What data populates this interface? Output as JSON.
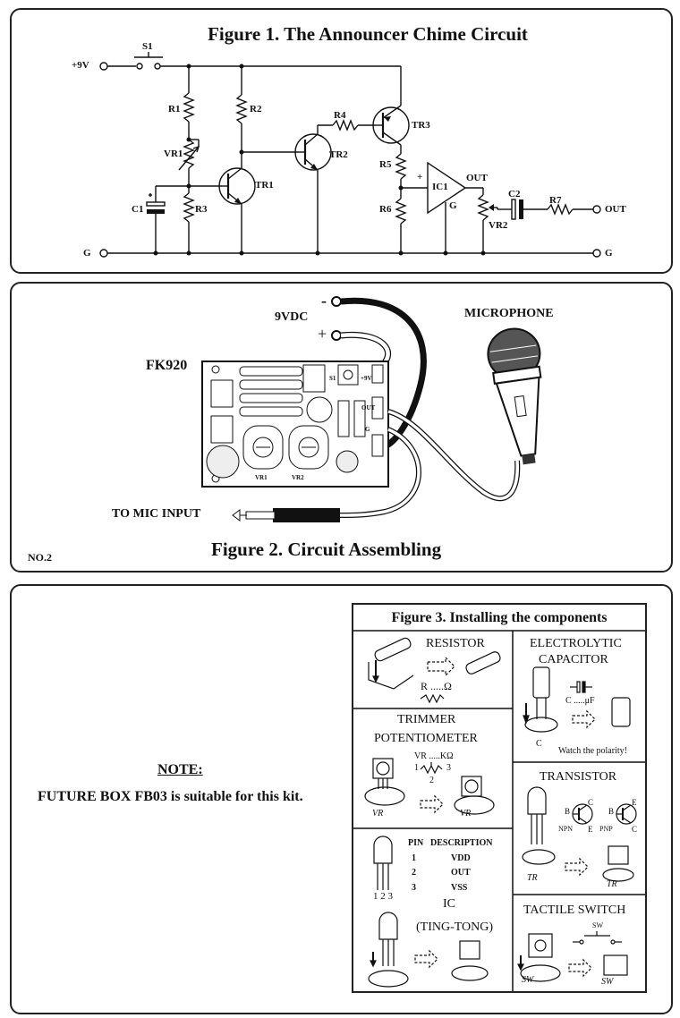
{
  "figure1": {
    "title": "Figure 1. The Announcer Chime Circuit",
    "labels": {
      "plus9v": "+9V",
      "s1": "S1",
      "r1": "R1",
      "r2": "R2",
      "vr1": "VR1",
      "c1": "C1",
      "r3": "R3",
      "tr1": "TR1",
      "r4": "R4",
      "tr2": "TR2",
      "tr3": "TR3",
      "r5": "R5",
      "r6": "R6",
      "ic1": "IC1",
      "plus": "+",
      "out_pin": "OUT",
      "g_pin": "G",
      "c2": "C2",
      "r7": "R7",
      "vr2": "VR2",
      "out": "OUT",
      "g_left": "G",
      "g_right": "G"
    }
  },
  "figure2": {
    "title": "Figure 2. Circuit Assembling",
    "no": "NO.2",
    "labels": {
      "minus": "-",
      "plus": "+",
      "vdc": "9VDC",
      "microphone": "MICROPHONE",
      "fk920": "FK920",
      "to_mic": "TO MIC INPUT",
      "pcb_s1": "S1",
      "pcb_9v": "+9V",
      "pcb_out": "OUT",
      "pcb_g": "G",
      "pcb_vr1": "VR1",
      "pcb_vr2": "VR2"
    }
  },
  "note": {
    "heading": "NOTE:",
    "text": "FUTURE BOX FB03 is suitable for this kit."
  },
  "figure3": {
    "title": "Figure 3. Installing the components",
    "resistor": {
      "title": "RESISTOR",
      "formula": "R .....Ω"
    },
    "capacitor": {
      "title1": "ELECTROLYTIC",
      "title2": "CAPACITOR",
      "formula": "C .....μF",
      "polarity": "Watch the polarity!",
      "pin": "C"
    },
    "trimmer": {
      "title1": "TRIMMER",
      "title2": "POTENTIOMETER",
      "formula": "VR .....KΩ",
      "p1": "1",
      "p2": "2",
      "p3": "3",
      "mark": "VR"
    },
    "transistor": {
      "title": "TRANSISTOR",
      "npn": "NPN",
      "pnp": "PNP",
      "b": "B",
      "c": "C",
      "e": "E",
      "mark": "TR"
    },
    "ic": {
      "pin_header": "PIN",
      "desc_header": "DESCRIPTION",
      "rows": [
        {
          "pin": "1",
          "desc": "VDD"
        },
        {
          "pin": "2",
          "desc": "OUT"
        },
        {
          "pin": "3",
          "desc": "VSS"
        }
      ],
      "pins": "1 2 3",
      "name": "IC",
      "sub": "(TING-TONG)"
    },
    "switch": {
      "title": "TACTILE SWITCH",
      "sw": "SW",
      "mark": "SW"
    }
  }
}
